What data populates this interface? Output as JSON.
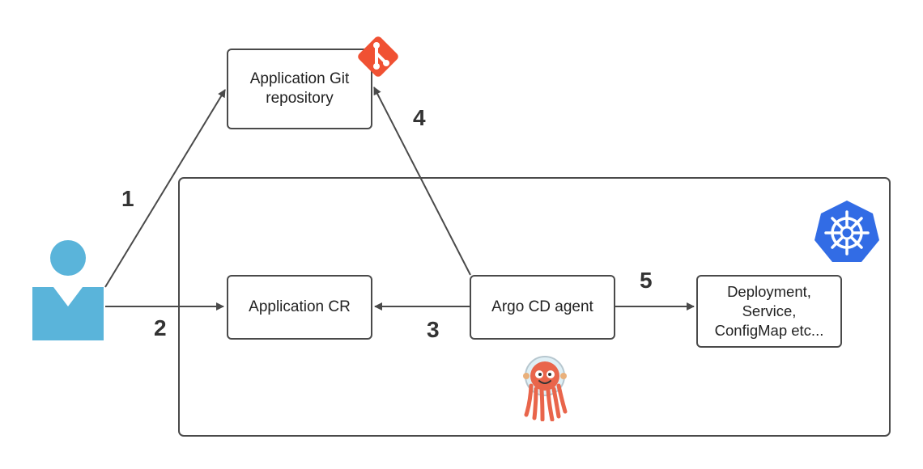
{
  "nodes": {
    "git_repo": "Application Git\nrepository",
    "app_cr": "Application CR",
    "argo_agent": "Argo CD agent",
    "resources": "Deployment,\nService,\nConfigMap etc..."
  },
  "steps": {
    "one": "1",
    "two": "2",
    "three": "3",
    "four": "4",
    "five": "5"
  },
  "icons": {
    "user": "user-icon",
    "git": "git-icon",
    "kubernetes": "kubernetes-icon",
    "argo": "argo-mascot-icon"
  },
  "colors": {
    "git": "#f05133",
    "kubernetes": "#326ce5",
    "user": "#5ab4da",
    "argo": "#e9654b",
    "line": "#4a4a4a"
  }
}
